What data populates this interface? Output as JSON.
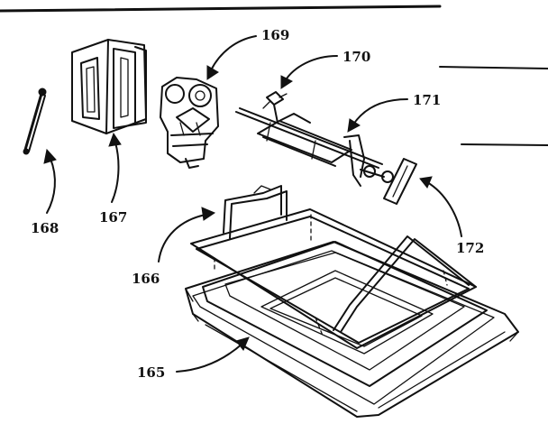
{
  "callouts": {
    "c165": "165",
    "c166": "166",
    "c167": "167",
    "c168": "168",
    "c169": "169",
    "c170": "170",
    "c171": "171",
    "c172": "172"
  }
}
